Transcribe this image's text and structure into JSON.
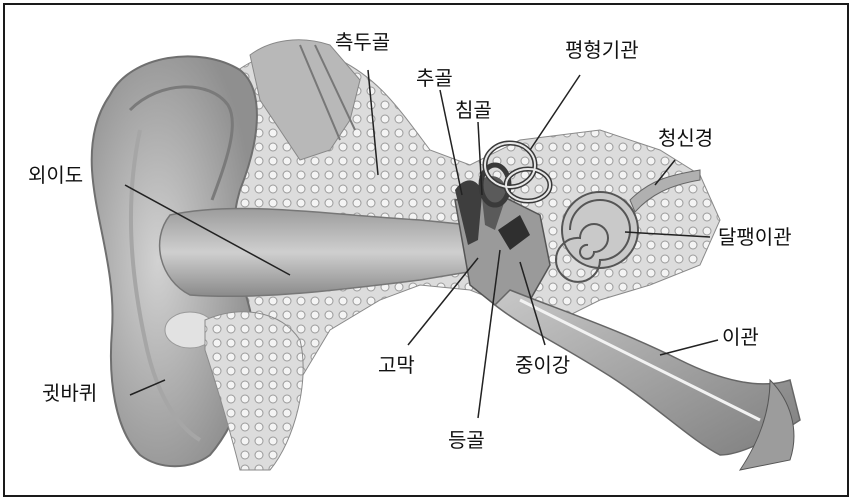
{
  "labels": {
    "outer_ear_canal": "외이도",
    "temporal_bone": "측두골",
    "malleus": "추골",
    "incus": "침골",
    "vestibular_organ": "평형기관",
    "auditory_nerve": "청신경",
    "cochlea": "달팽이관",
    "eustachian_tube": "이관",
    "eardrum": "고막",
    "middle_ear_cavity": "중이강",
    "stapes": "등골",
    "auricle": "귓바퀴"
  },
  "colors": {
    "tissue": "#b9b9b9",
    "bone": "#d6d6d6",
    "dark": "#6a6a6a",
    "line": "#222222"
  }
}
